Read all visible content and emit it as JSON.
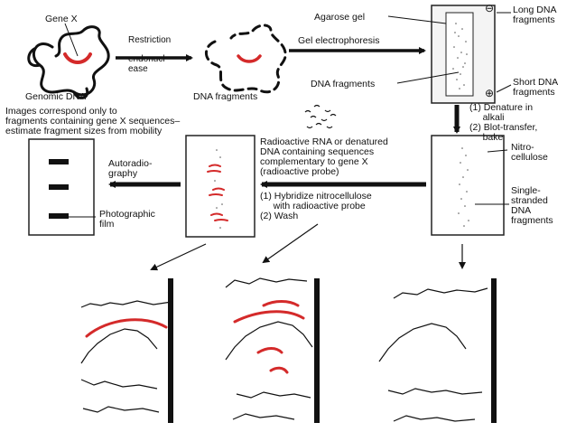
{
  "labels": {
    "gene_x": "Gene X",
    "restriction_enzyme": "Restriction\n\nendonucl-\nease",
    "genomic_dna": "Genomic DNA",
    "dna_fragments_top": "DNA fragments",
    "agarose_gel": "Agarose gel",
    "gel_electrophoresis": "Gel electrophoresis",
    "dna_fragments_gel": "DNA fragments",
    "long_dna": "Long DNA\nfragments",
    "short_dna": "Short DNA\nfragments",
    "denature_steps": "(1) Denature in\n     alkali\n(2) Blot-transfer,\n     bake",
    "images_correspond": "Images correspond only to\nfragments containing gene X sequences–\nestimate fragment sizes from mobility",
    "radioactive_probe": "Radioactive RNA or denatured\nDNA containing sequences\ncomplementary to gene X\n(radioactive probe)",
    "hybridize_steps": "(1) Hybridize nitrocellulose\n     with radioactive probe\n(2) Wash",
    "autoradiography": "Autoradio-\ngraphy",
    "photographic_film": "Photographic\nfilm",
    "nitrocellulose": "Nitro-\ncellulose",
    "single_stranded": "Single-\nstranded\nDNA\nfragments",
    "minus_sign": "⊖",
    "plus_sign": "⊕"
  },
  "colors": {
    "ink": "#111111",
    "probe_red": "#d42a2a",
    "gel_fill": "#f4f4f4",
    "gel_border": "#222222"
  }
}
